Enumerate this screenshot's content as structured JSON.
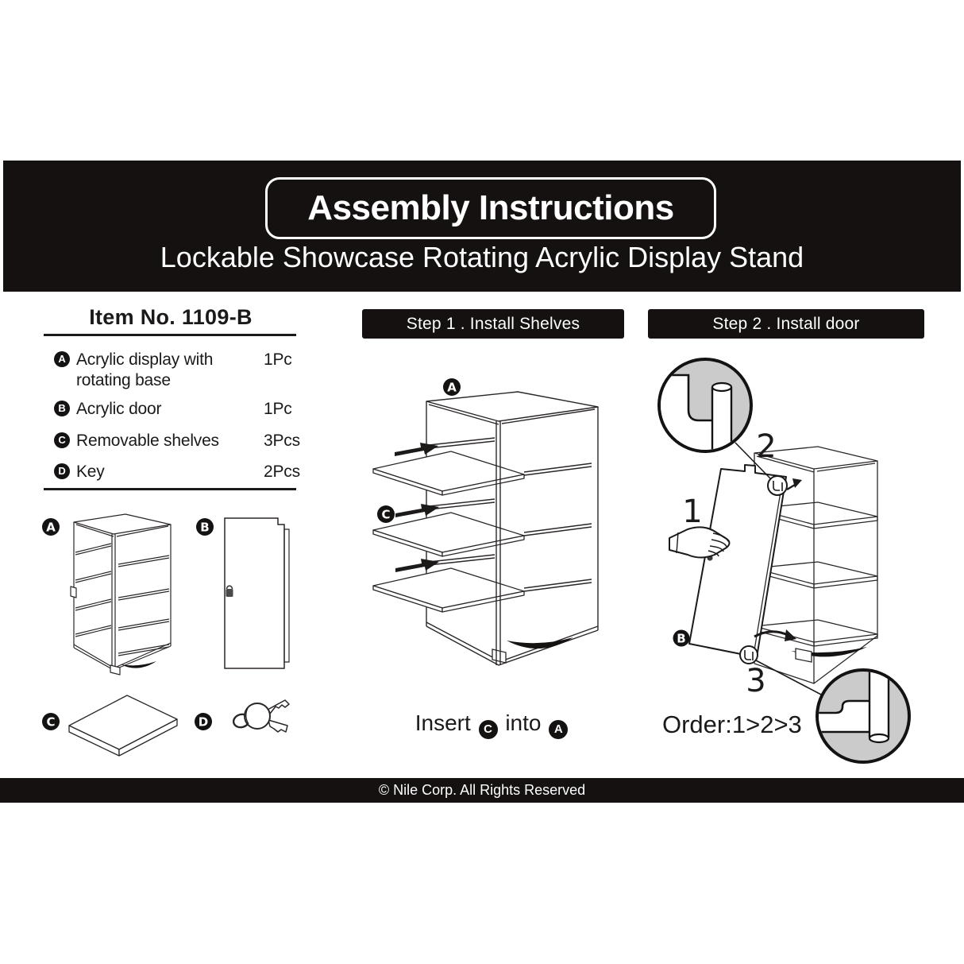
{
  "header": {
    "title": "Assembly Instructions",
    "subtitle": "Lockable Showcase Rotating Acrylic Display Stand"
  },
  "parts_panel": {
    "title": "Item No. 1109-B",
    "items": [
      {
        "letter": "A",
        "line1": "Acrylic display with",
        "line2": "rotating base",
        "qty": "1Pc"
      },
      {
        "letter": "B",
        "line1": "Acrylic door",
        "qty": "1Pc"
      },
      {
        "letter": "C",
        "line1": "Removable shelves",
        "qty": "3Pcs"
      },
      {
        "letter": "D",
        "line1": "Key",
        "qty": "2Pcs"
      }
    ]
  },
  "component_labels": {
    "a": "A",
    "b": "B",
    "c": "C",
    "d": "D"
  },
  "step1": {
    "title": "Step 1 . Install Shelves",
    "label_a": "A",
    "label_c": "C",
    "caption_prefix": "Insert",
    "caption_c": "C",
    "caption_middle": "into",
    "caption_a": "A"
  },
  "step2": {
    "title": "Step 2 . Install door",
    "label_1": "1",
    "label_2": "2",
    "label_3": "3",
    "label_b": "B",
    "caption": "Order:1>2>3"
  },
  "footer": {
    "copyright": "© Nile Corp. All Rights Reserved"
  },
  "colors": {
    "band_black": "#151111",
    "line_black": "#1c1919",
    "detail_gray": "#cccbcb"
  }
}
